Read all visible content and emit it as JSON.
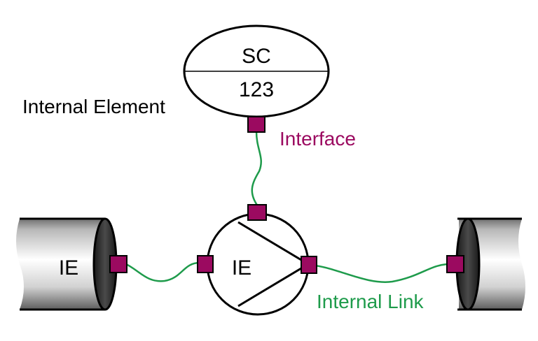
{
  "diagram": {
    "sc_element": {
      "top_label": "SC",
      "bottom_label": "123"
    },
    "internal_element_label": "Internal Element",
    "interface_label": "Interface",
    "internal_link_label": "Internal Link",
    "pump": {
      "label": "IE"
    },
    "left_pipe": {
      "label": "IE"
    },
    "colors": {
      "interface": "#9B0A60",
      "link": "#1E9B4B",
      "outline": "#000000"
    }
  }
}
